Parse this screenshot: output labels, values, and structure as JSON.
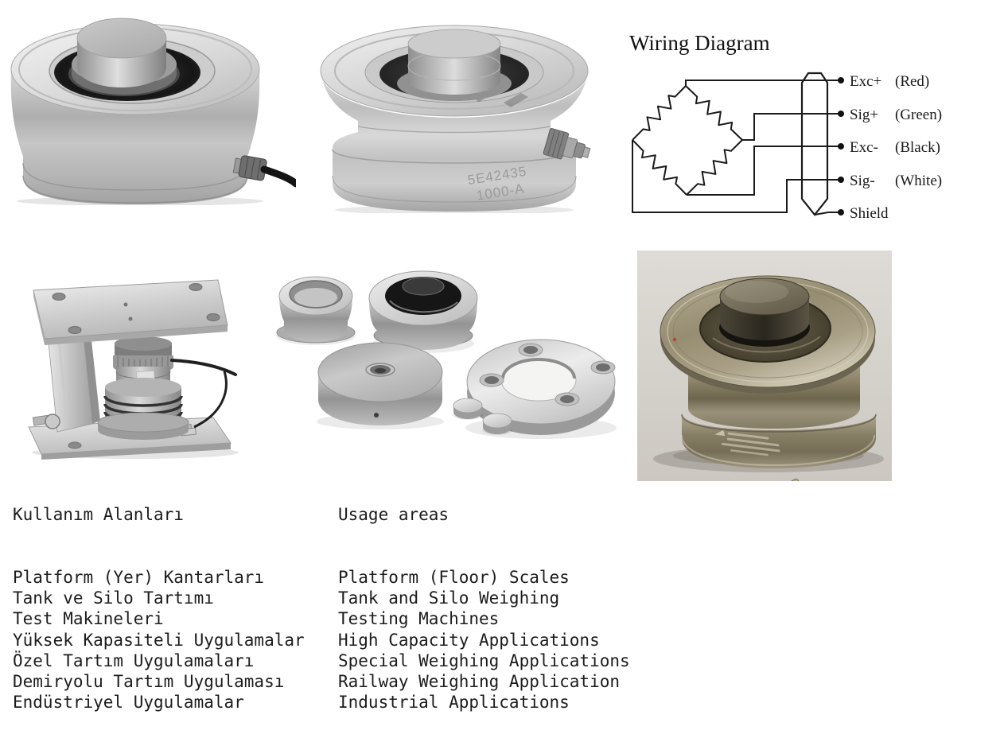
{
  "page": {
    "background": "#ffffff",
    "text_color": "#1c1c1c"
  },
  "wiring_diagram": {
    "title": "Wiring Diagram",
    "ink_color": "#1a1a1a",
    "terminals": [
      {
        "name": "Exc+",
        "wire": "(Red)"
      },
      {
        "name": "Sig+",
        "wire": "(Green)"
      },
      {
        "name": "Exc-",
        "wire": "(Black)"
      },
      {
        "name": "Sig-",
        "wire": "(White)"
      },
      {
        "name": "Shield",
        "wire": ""
      }
    ]
  },
  "photos": {
    "load_cell_2_engraving": [
      "5E42435",
      "1000-A"
    ]
  },
  "usage_areas_turkish": {
    "title": "Kullanım Alanları",
    "items": [
      "Platform (Yer) Kantarları",
      "Tank ve Silo Tartımı",
      "Test Makineleri",
      "Yüksek Kapasiteli Uygulamalar",
      "Özel Tartım Uygulamaları",
      "Demiryolu Tartım Uygulaması",
      "Endüstriyel Uygulamalar"
    ]
  },
  "usage_areas_english": {
    "title": "Usage areas",
    "items": [
      "Platform (Floor) Scales",
      "Tank and Silo Weighing",
      "Testing Machines",
      "High Capacity Applications",
      "Special Weighing Applications",
      "Railway Weighing Application",
      "Industrial Applications"
    ]
  }
}
